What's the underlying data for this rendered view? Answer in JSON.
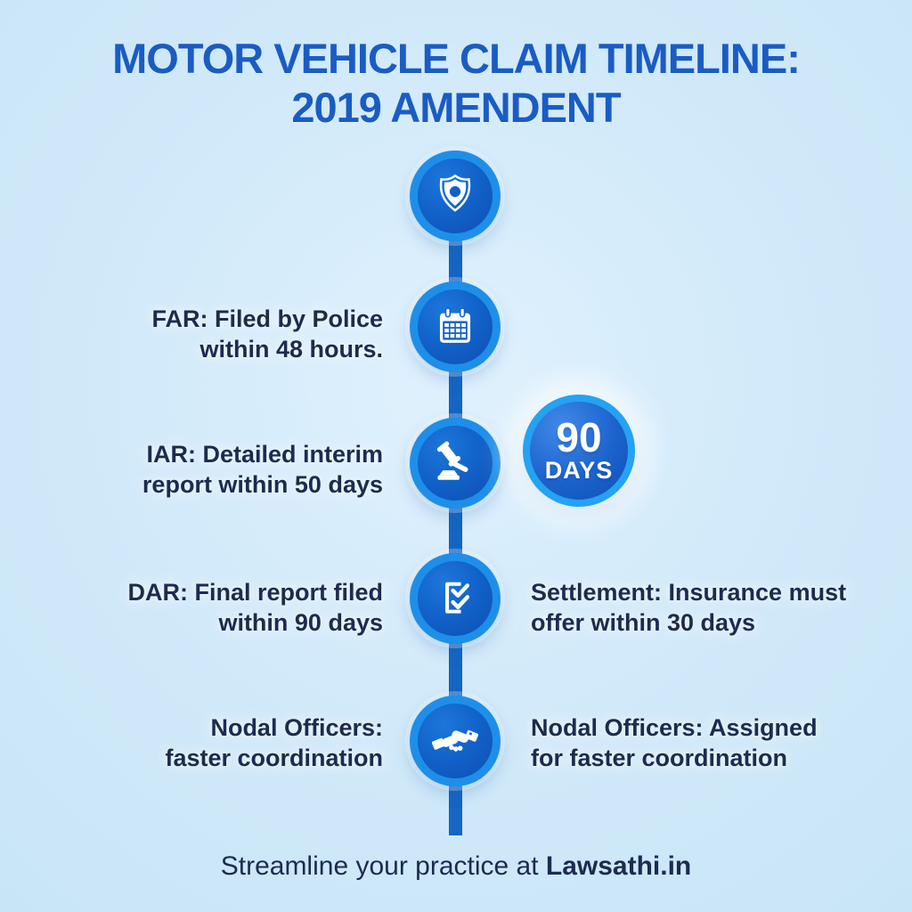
{
  "title": {
    "line1": "MOTOR VEHICLE CLAIM TIMELINE:",
    "line2": "2019 AMENDENT"
  },
  "badge_90_days": {
    "value": "90",
    "unit": "DAYS"
  },
  "steps": {
    "far": {
      "line1": "FAR: Filed by Police",
      "line2": "within 48 hours."
    },
    "iar": {
      "line1": "IAR: Detailed interim",
      "line2": "report within 50 days"
    },
    "dar": {
      "line1": "DAR: Final report filed",
      "line2": "within 90 days"
    },
    "nodal_left": {
      "line1": "Nodal Officers:",
      "line2": "faster coordination"
    },
    "settlement": {
      "line1": "Settlement: Insurance must",
      "line2": "offer within 30 days"
    },
    "nodal_right": {
      "line1": "Nodal Officers: Assigned",
      "line2": "for faster coordination"
    }
  },
  "icons": [
    "police-badge-icon",
    "calendar-icon",
    "gavel-icon",
    "checklist-icon",
    "handshake-icon"
  ],
  "footer": {
    "prefix": "Streamline your practice at ",
    "brand": "Lawsathi.in"
  },
  "colors": {
    "background": "#cfe9f9",
    "title_blue": "#1a5cc4",
    "text_navy": "#1c2b4e",
    "node_ring": "#1e8fe9",
    "node_fill": "#1161c9",
    "line_blue": "#1565c4",
    "badge_ring": "#23a3f2",
    "icon_white": "#ffffff"
  }
}
